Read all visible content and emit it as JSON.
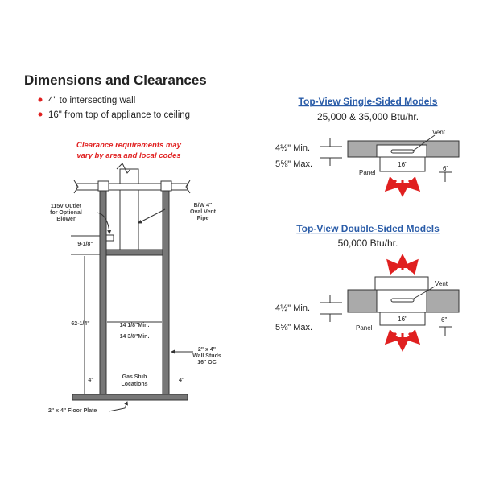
{
  "title": "Dimensions and Clearances",
  "bullets": [
    "4\" to intersecting wall",
    "16\" from top of appliance to ceiling"
  ],
  "note": [
    "Clearance requirements may",
    "vary by area and local codes"
  ],
  "framing": {
    "outlet": [
      "115V Outlet",
      "for Optional",
      "Blower"
    ],
    "vent_pipe": [
      "B/W 4\"",
      "Oval Vent",
      "Pipe"
    ],
    "dim_top": "9-1/8\"",
    "dim_height": "62-1/4\"",
    "width_min": "14 1/8\"Min.",
    "width_max": "14 3/8\"Min.",
    "studs": [
      "2\" x 4\"",
      "Wall Studs",
      "16\" OC"
    ],
    "gas_stub": [
      "Gas Stub",
      "Locations"
    ],
    "left_gap": "4\"",
    "right_gap": "4\"",
    "floor_plate": "2\" x 4\" Floor Plate"
  },
  "single": {
    "title": "Top-View Single-Sided Models",
    "btu": "25,000 & 35,000 Btu/hr.",
    "min": "4½\"  Min.",
    "max": "5⅝\" Max.",
    "vent": "Vent",
    "width": "16\"",
    "panel": "Panel",
    "depth": "6\""
  },
  "double": {
    "title": "Top-View Double-Sided Models",
    "btu": "50,000 Btu/hr.",
    "min": "4½\"  Min.",
    "max": "5⅝\" Max.",
    "vent": "Vent",
    "width": "16\"",
    "panel": "Panel",
    "depth": "6\""
  },
  "colors": {
    "accent_red": "#e02020",
    "title_blue": "#2a5ca8"
  }
}
